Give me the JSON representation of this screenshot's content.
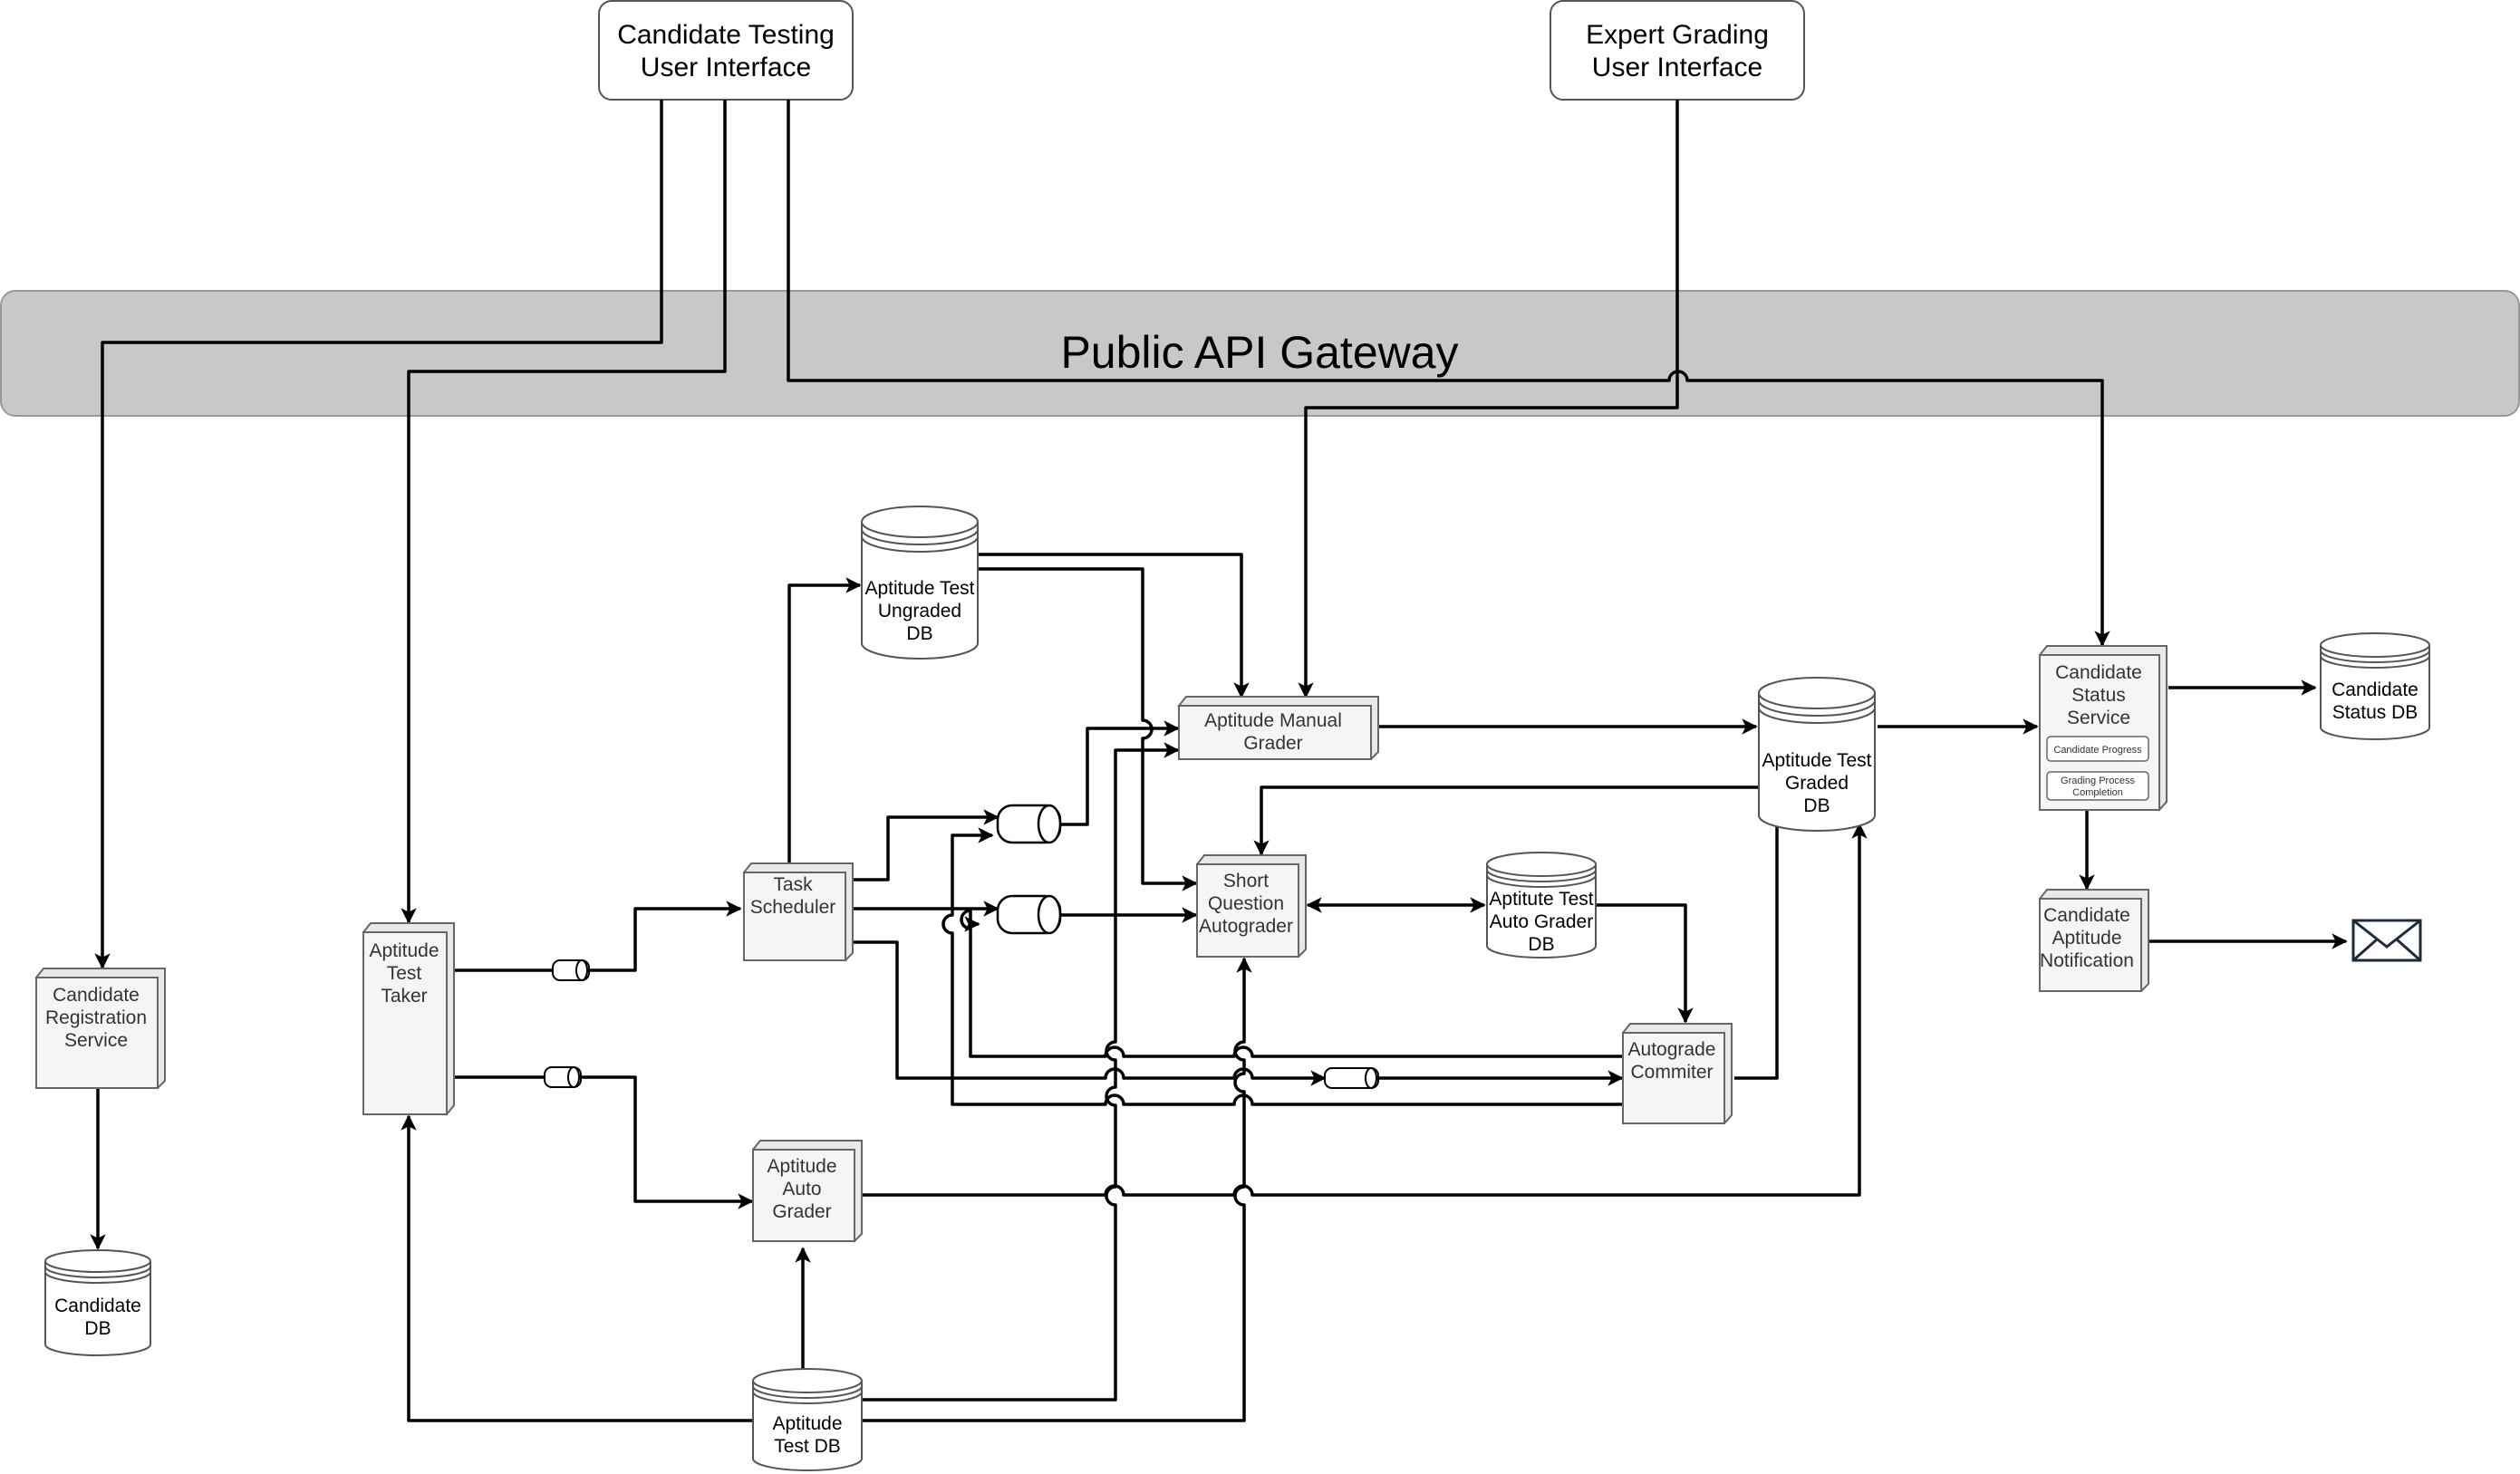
{
  "gateway": {
    "label": "Public API Gateway"
  },
  "interfaces": {
    "candidate_ui": [
      "Candidate Testing",
      "User Interface"
    ],
    "expert_ui": [
      "Expert Grading",
      "User Interface"
    ]
  },
  "services": {
    "candidate_registration": [
      "Candidate",
      "Registration",
      "Service"
    ],
    "aptitude_test_taker": [
      "Aptitude",
      "Test",
      "Taker"
    ],
    "task_scheduler": [
      "Task",
      "Scheduler"
    ],
    "aptitude_auto_grader": [
      "Aptitude",
      "Auto",
      "Grader"
    ],
    "manual_grader": [
      "Aptitude Manual",
      "Grader"
    ],
    "short_question_autograder": [
      "Short",
      "Question",
      "Autograder"
    ],
    "autograde_commiter": [
      "Autograde",
      "Commiter"
    ],
    "candidate_status_service": [
      "Candidate",
      "Status",
      "Service"
    ],
    "candidate_aptitude_notification": [
      "Candidate",
      "Aptitude",
      "Notification"
    ]
  },
  "status_service_panels": {
    "progress": "Candidate Progress",
    "completion": [
      "Grading Process",
      "Completion"
    ]
  },
  "databases": {
    "candidate_db": [
      "Candidate",
      "DB"
    ],
    "ungraded_db": [
      "Aptitude Test",
      "Ungraded",
      "DB"
    ],
    "graded_db": [
      "Aptitude Test",
      "Graded",
      "DB"
    ],
    "auto_grader_db": [
      "Aptitute Test",
      "Auto Grader",
      "DB"
    ],
    "candidate_status_db": [
      "Candidate",
      "Status DB"
    ],
    "aptitude_test_db": [
      "Aptitude",
      "Test DB"
    ]
  },
  "icons": {
    "notification_output": "envelope-icon",
    "queue": "queue-icon"
  },
  "colors": {
    "gateway_fill": "#c8c8c8",
    "service_fill": "#f5f5f5",
    "service_stroke": "#666666",
    "edge": "#000000"
  }
}
